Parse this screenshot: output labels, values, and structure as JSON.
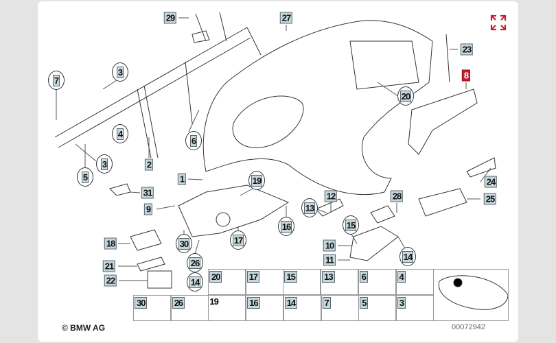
{
  "diagram": {
    "callouts": [
      {
        "n": "29",
        "style": "box"
      },
      {
        "n": "27",
        "style": "box"
      },
      {
        "n": "23",
        "style": "box"
      },
      {
        "n": "8",
        "style": "box-red"
      },
      {
        "n": "7",
        "style": "circle"
      },
      {
        "n": "3",
        "style": "circle"
      },
      {
        "n": "20",
        "style": "circle"
      },
      {
        "n": "4",
        "style": "circle"
      },
      {
        "n": "6",
        "style": "circle"
      },
      {
        "n": "3",
        "style": "circle"
      },
      {
        "n": "5",
        "style": "circle"
      },
      {
        "n": "2",
        "style": "box"
      },
      {
        "n": "1",
        "style": "box"
      },
      {
        "n": "19",
        "style": "circle"
      },
      {
        "n": "24",
        "style": "box"
      },
      {
        "n": "31",
        "style": "box"
      },
      {
        "n": "9",
        "style": "box"
      },
      {
        "n": "13",
        "style": "circle"
      },
      {
        "n": "12",
        "style": "box"
      },
      {
        "n": "28",
        "style": "box"
      },
      {
        "n": "25",
        "style": "box"
      },
      {
        "n": "16",
        "style": "circle"
      },
      {
        "n": "15",
        "style": "circle"
      },
      {
        "n": "17",
        "style": "circle"
      },
      {
        "n": "18",
        "style": "box"
      },
      {
        "n": "30",
        "style": "circle"
      },
      {
        "n": "10",
        "style": "box"
      },
      {
        "n": "14",
        "style": "circle"
      },
      {
        "n": "11",
        "style": "box"
      },
      {
        "n": "26",
        "style": "circle"
      },
      {
        "n": "21",
        "style": "box"
      },
      {
        "n": "14",
        "style": "circle"
      },
      {
        "n": "22",
        "style": "box"
      }
    ],
    "fastener_top_row": [
      "20",
      "17",
      "15",
      "13",
      "6",
      "4"
    ],
    "fastener_bottom_row": [
      "30",
      "26",
      "19",
      "16",
      "14",
      "7",
      "5",
      "3"
    ],
    "copyright": "© BMW AG",
    "diagram_number": "00072942",
    "accent_color": "#c81e2e"
  },
  "controls": {
    "expand_icon": "expand-arrows-icon"
  }
}
